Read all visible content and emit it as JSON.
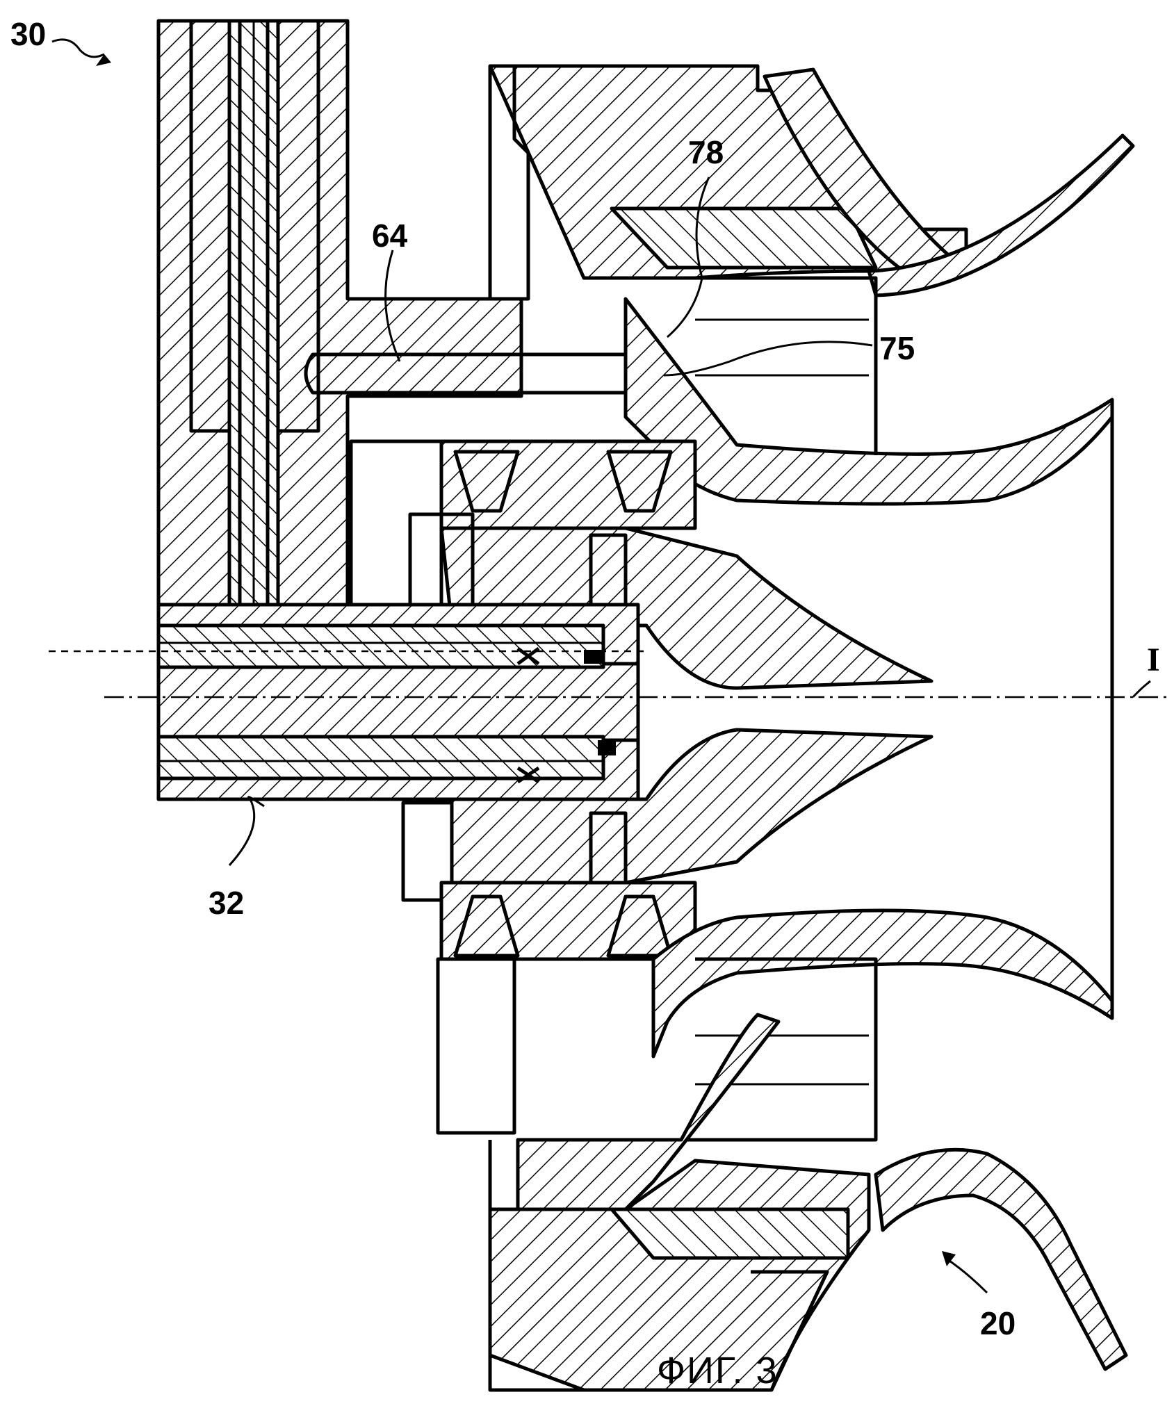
{
  "figure": {
    "caption": "ФИГ. 3",
    "labels": {
      "ref_30": "30",
      "ref_64": "64",
      "ref_78": "78",
      "ref_75": "75",
      "ref_32": "32",
      "ref_20": "20",
      "axis_I": "I"
    }
  }
}
